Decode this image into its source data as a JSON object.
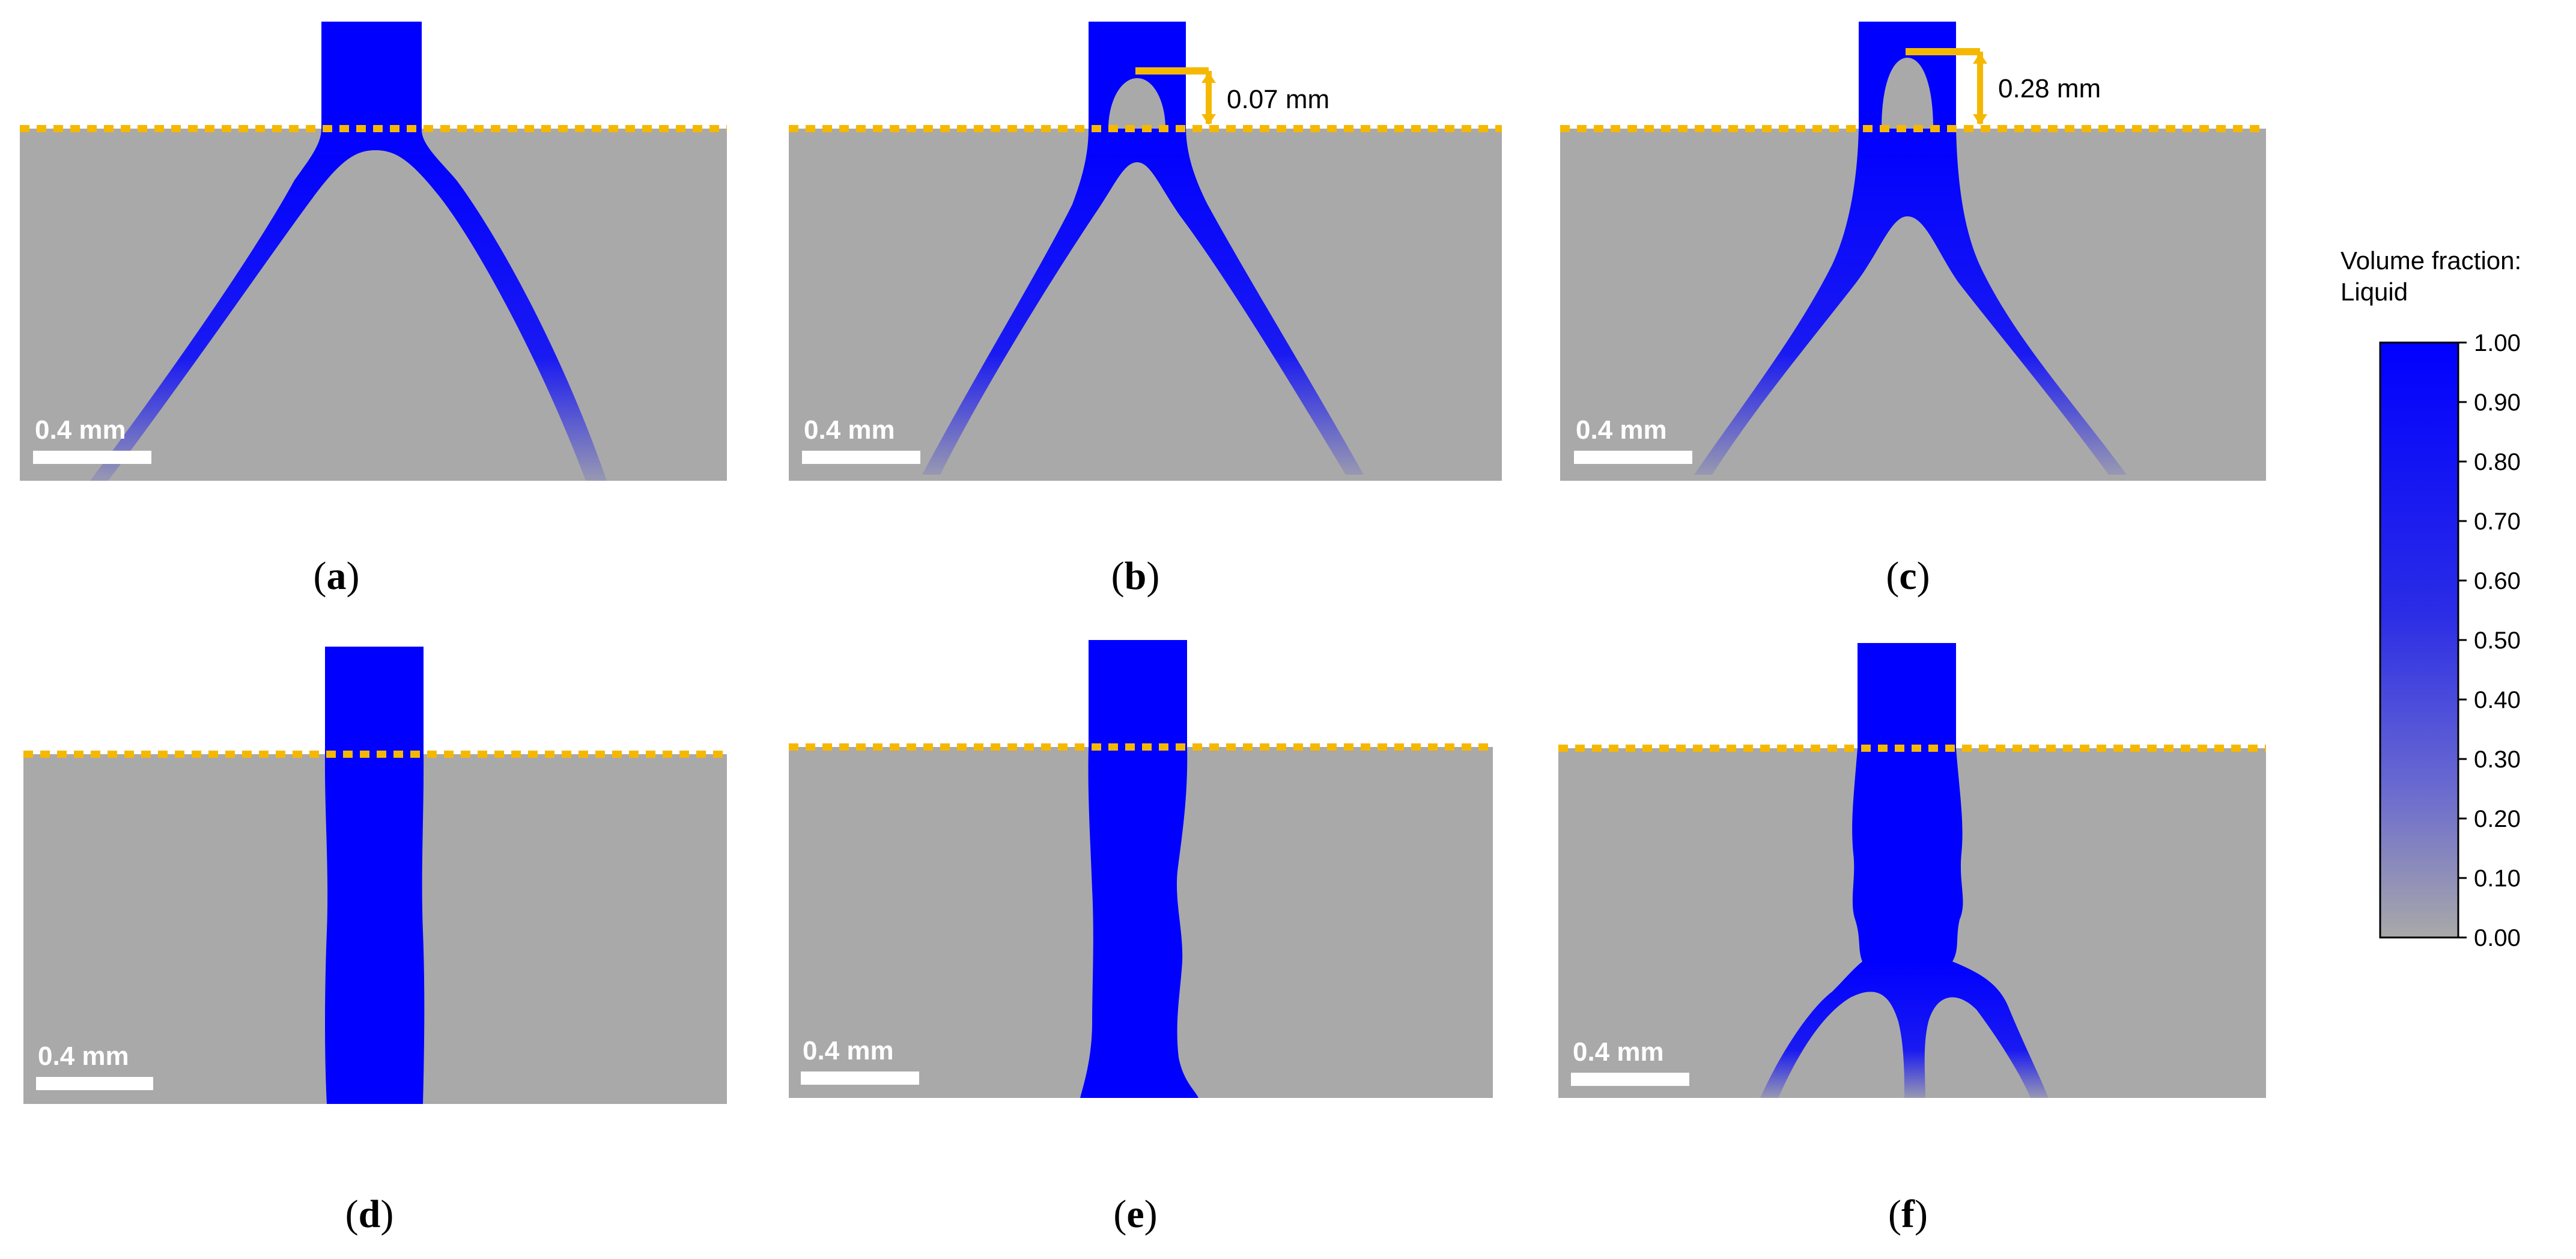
{
  "panels": [
    {
      "id": "a",
      "caption_open": "(",
      "caption_letter": "a",
      "caption_close": ")",
      "scale_label": "0.4 mm",
      "measurement": ""
    },
    {
      "id": "b",
      "caption_open": "(",
      "caption_letter": "b",
      "caption_close": ")",
      "scale_label": "0.4 mm",
      "measurement": "0.07 mm"
    },
    {
      "id": "c",
      "caption_open": "(",
      "caption_letter": "c",
      "caption_close": ")",
      "scale_label": "0.4 mm",
      "measurement": "0.28 mm"
    },
    {
      "id": "d",
      "caption_open": "(",
      "caption_letter": "d",
      "caption_close": ")",
      "scale_label": "0.4 mm",
      "measurement": ""
    },
    {
      "id": "e",
      "caption_open": "(",
      "caption_letter": "e",
      "caption_close": ")",
      "scale_label": "0.4 mm",
      "measurement": ""
    },
    {
      "id": "f",
      "caption_open": "(",
      "caption_letter": "f",
      "caption_close": ")",
      "scale_label": "0.4 mm",
      "measurement": ""
    }
  ],
  "colorbar": {
    "title_line1": "Volume fraction:",
    "title_line2": "Liquid",
    "ticks": [
      "1.00",
      "0.90",
      "0.80",
      "0.70",
      "0.60",
      "0.50",
      "0.40",
      "0.30",
      "0.20",
      "0.10",
      "0.00"
    ],
    "color_max": "#0000ff",
    "color_min": "#a9a9a9"
  },
  "colors": {
    "background_gray": "#a9a9a9",
    "liquid_blue": "#0000ff",
    "marker_orange": "#f5b800"
  }
}
